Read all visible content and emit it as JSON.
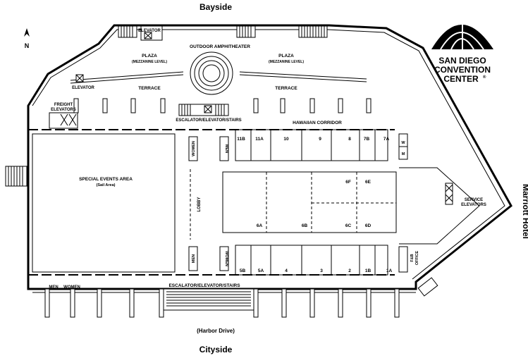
{
  "orientation": {
    "top": "Bayside",
    "bottom": "Cityside",
    "right": "Marriott Hotel",
    "north": "N"
  },
  "logo": {
    "line1": "SAN DIEGO",
    "line2": "CONVENTION",
    "line3": "CENTER",
    "mark": "®"
  },
  "areas": {
    "elevator_top": "ELEVATOR",
    "amphitheater": "OUTDOOR AMPHITHEATER",
    "plaza_left": "PLAZA",
    "plaza_left_sub": "(MEZZANINE LEVEL)",
    "plaza_right": "PLAZA",
    "plaza_right_sub": "(MEZZANINE LEVEL)",
    "elevator_left": "ELEVATOR",
    "terrace_left": "TERRACE",
    "terrace_right": "TERRACE",
    "freight_1": "FREIGHT",
    "freight_2": "ELEVATORS",
    "escalator_top": "ESCALATOR/ELEVATOR/STAIRS",
    "hawaiian": "HAWAIIAN CORRIDOR",
    "special_1": "SPECIAL EVENTS AREA",
    "special_2": "(Sail Area)",
    "lobby": "LOBBY",
    "women_top": "WOMEN",
    "men_top": "MEN",
    "men_bottom": "MEN",
    "women_bottom": "WOMEN",
    "service_1": "SERVICE",
    "service_2": "ELEVATORS",
    "fb_1": "F&B",
    "fb_2": "OFFICE",
    "restroom_w": "W",
    "restroom_m": "M",
    "men_lower": "MEN",
    "women_lower": "WOMEN",
    "escalator_bottom": "ESCALATOR/ELEVATOR/STAIRS",
    "harbor": "(Harbor Drive)"
  },
  "rooms_top": [
    "11B",
    "11A",
    "10",
    "9",
    "8",
    "7B",
    "7A"
  ],
  "rooms_hall_upper": [
    "6F",
    "6E"
  ],
  "rooms_hall_lower": [
    "6A",
    "6B",
    "6C",
    "6D"
  ],
  "rooms_bottom": [
    "5B",
    "5A",
    "4",
    "3",
    "2",
    "1B",
    "1A"
  ]
}
